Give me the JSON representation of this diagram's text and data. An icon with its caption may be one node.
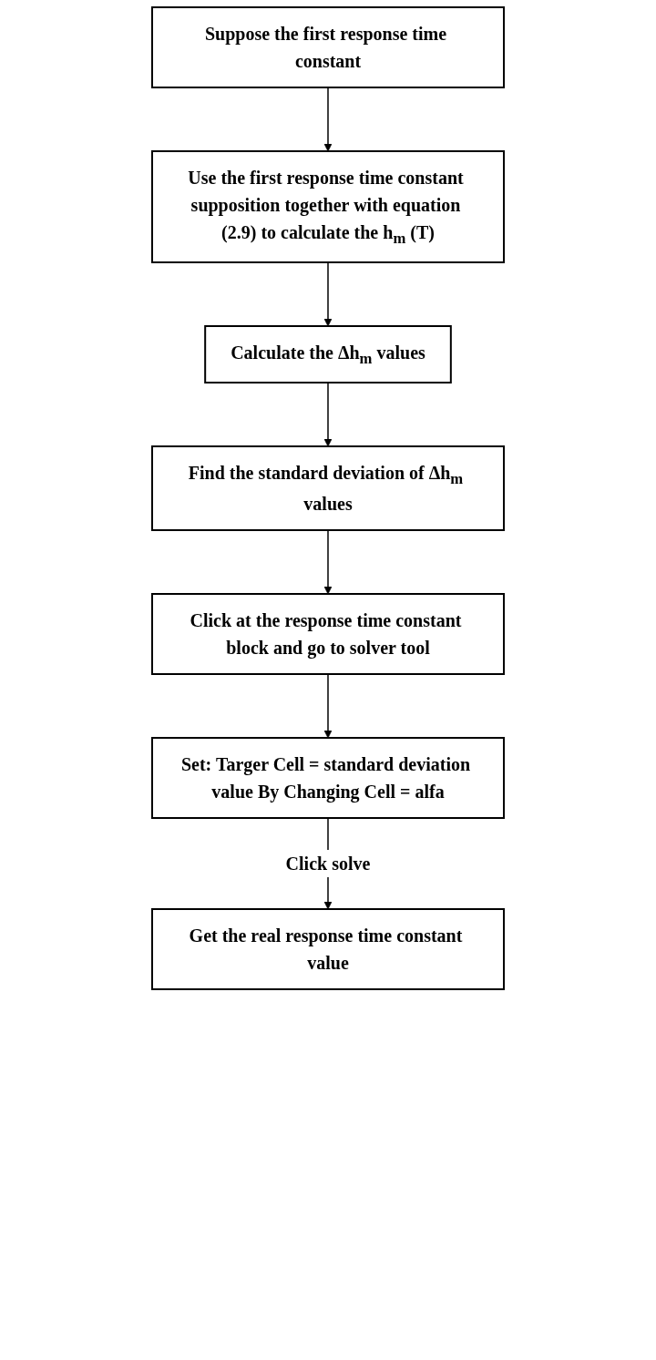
{
  "diagram": {
    "nodes": [
      {
        "text": [
          "Suppose the first response time constant"
        ]
      },
      {
        "text": [
          "Use the first response time constant supposition together with equation (2.9) to calculate the h$_{m}$ (T)"
        ]
      },
      {
        "text": [
          "Calculate the Δh$_{m}$ values"
        ]
      },
      {
        "text": [
          "Find the standard deviation of Δh$_{m}$ values"
        ]
      },
      {
        "text": [
          "Click at the response time constant block and go to solver tool"
        ]
      },
      {
        "text": [
          "Set: Targer Cell = standard deviation value By Changing Cell = alfa"
        ]
      },
      {
        "text": [
          "Get the real response time constant value"
        ]
      }
    ],
    "edges": [
      {
        "from": 0,
        "to": 1,
        "arrow": "to"
      },
      {
        "from": 1,
        "to": 2,
        "arrow": "to"
      },
      {
        "from": 2,
        "to": 3,
        "arrow": "to"
      },
      {
        "from": 3,
        "to": 4,
        "arrow": "to"
      },
      {
        "from": 4,
        "to": 5,
        "arrow": "to"
      },
      {
        "from": 5,
        "to": 6,
        "label": "Click solve",
        "arrow": "to"
      }
    ]
  }
}
